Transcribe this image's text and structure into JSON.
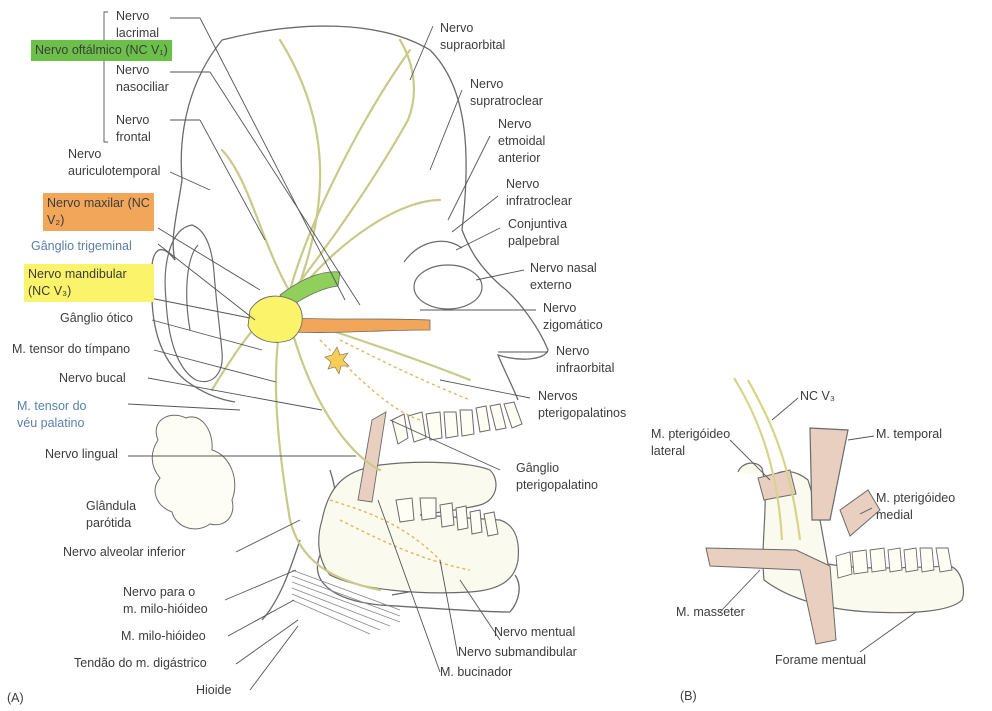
{
  "colors": {
    "oftalmico": "#6cc04a",
    "maxilar": "#f2a65a",
    "mandibular": "#fbf36a",
    "nerve": "#c9c98a",
    "outline": "#6b6b6b"
  },
  "panel_a": {
    "marker": "(A)",
    "group_boxes": {
      "oftalmico": [
        "Nervo",
        "oftálmico",
        "(NC V₁)"
      ],
      "maxilar": [
        "Nervo maxilar",
        "(NC V₂)"
      ],
      "mandibular": [
        "Nervo mandibular",
        "(NC V₃)"
      ]
    },
    "left_labels": {
      "lacrimal": [
        "Nervo",
        "lacrimal"
      ],
      "nasociliar": [
        "Nervo",
        "nasociliar"
      ],
      "frontal": [
        "Nervo",
        "frontal"
      ],
      "auriculotemporal": [
        "Nervo",
        "auriculotemporal"
      ],
      "ganglio_trigeminal": "Gânglio trigeminal",
      "ganglio_otico": "Gânglio ótico",
      "tensor_timpano": "M. tensor do tímpano",
      "nervo_bucal": "Nervo bucal",
      "tensor_veu": [
        "M. tensor do",
        "véu palatino"
      ],
      "nervo_lingual": "Nervo lingual",
      "glandula_parotida": [
        "Glândula",
        "parótida"
      ],
      "alveolar_inferior": "Nervo alveolar inferior",
      "milo_hioideo_nervo": [
        "Nervo para o",
        "m. milo-hióideo"
      ],
      "milo_hioideo_m": "M. milo-hióideo",
      "tendao_digastrico": "Tendão do m. digástrico",
      "hioide": "Hioide"
    },
    "right_labels": {
      "supraorbital": [
        "Nervo",
        "supraorbital"
      ],
      "supratroclear": [
        "Nervo",
        "supratroclear"
      ],
      "etmoidal": [
        "Nervo",
        "etmoidal",
        "anterior"
      ],
      "infratroclear": [
        "Nervo",
        "infratroclear"
      ],
      "conjuntiva": [
        "Conjuntiva",
        "palpebral"
      ],
      "nasal_externo": [
        "Nervo nasal",
        "externo"
      ],
      "zigomatico": [
        "Nervo",
        "zigomático"
      ],
      "infraorbital": [
        "Nervo",
        "infraorbital"
      ],
      "pterigopalatinos": [
        "Nervos",
        "pterigopalatinos"
      ],
      "ganglio_pterigopalatino": [
        "Gânglio",
        "pterigopalatino"
      ],
      "nervo_mentual": "Nervo mentual",
      "nervo_submandibular": "Nervo submandibular",
      "bucinador": "M. bucinador"
    }
  },
  "panel_b": {
    "marker": "(B)",
    "labels": {
      "nc_v3": "NC V₃",
      "pterigoideo_lateral": [
        "M. pterigóideo",
        "lateral"
      ],
      "temporal": "M. temporal",
      "pterigoideo_medial": [
        "M. pterigóideo",
        "medial"
      ],
      "masseter": "M. masseter",
      "forame_mentual": "Forame mentual"
    }
  }
}
